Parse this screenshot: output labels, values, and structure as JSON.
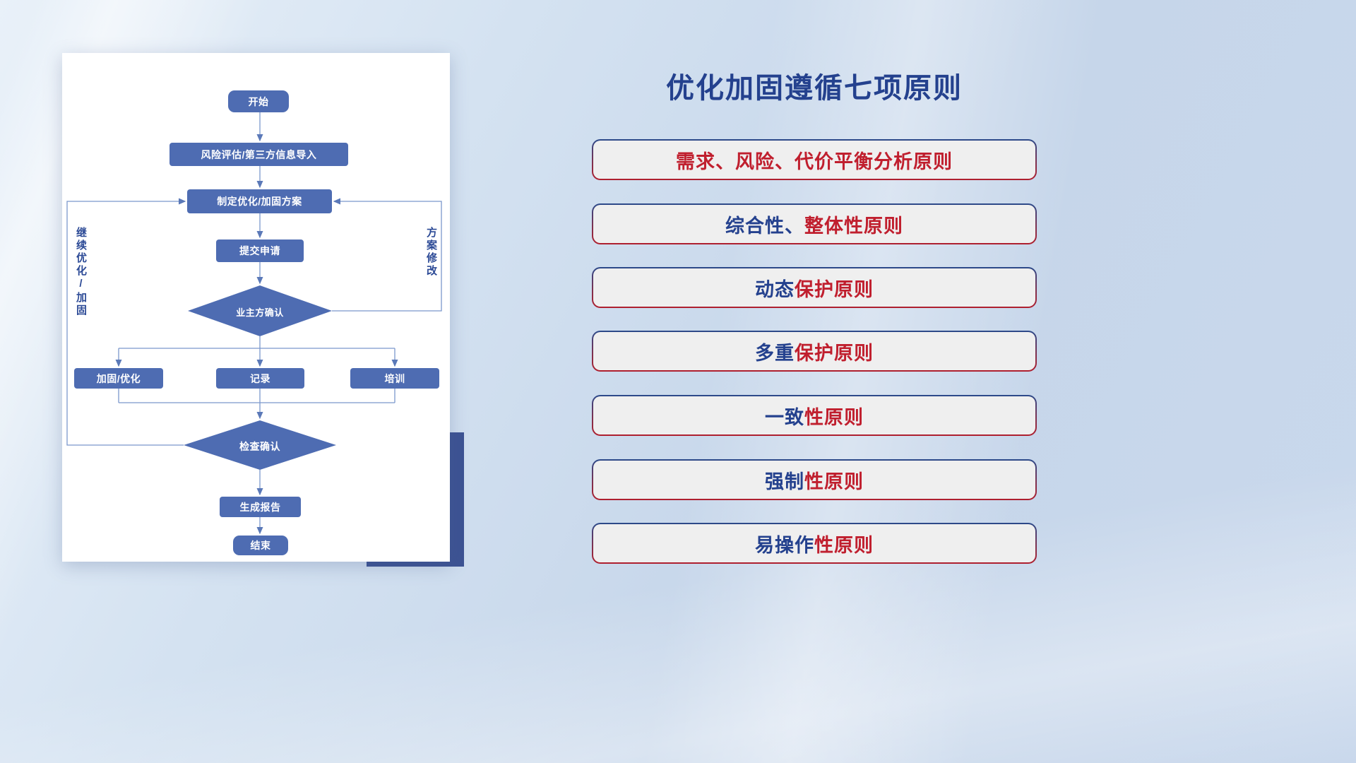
{
  "flowchart": {
    "nodes": {
      "start": "开始",
      "risk": "风险评估/第三方信息导入",
      "plan": "制定优化/加固方案",
      "submit": "提交申请",
      "owner_confirm": "业主方确认",
      "reinforce": "加固/优化",
      "record": "记录",
      "training": "培训",
      "check_confirm": "检查确认",
      "report": "生成报告",
      "end": "结束"
    },
    "side_labels": {
      "continue_loop": "继续优化/加固",
      "plan_modify": "方案修改"
    }
  },
  "principles": {
    "title": "优化加固遵循七项原则",
    "items": [
      {
        "prefix": "",
        "suffix": "需求、风险、代价平衡分析原则"
      },
      {
        "prefix": "综合性、",
        "suffix": "整体性原则"
      },
      {
        "prefix": "动态",
        "suffix": "保护原则"
      },
      {
        "prefix": "多重",
        "suffix": "保护原则"
      },
      {
        "prefix": "一致",
        "suffix": "性原则"
      },
      {
        "prefix": "强制",
        "suffix": "性原则"
      },
      {
        "prefix": "易操作",
        "suffix": "性原则"
      }
    ]
  },
  "colors": {
    "node_fill": "#4e6cb2",
    "line_blue": "#6b86c2",
    "title_navy": "#24418e",
    "principle_red": "#c01f2e",
    "accent_navy": "#3d5393"
  }
}
